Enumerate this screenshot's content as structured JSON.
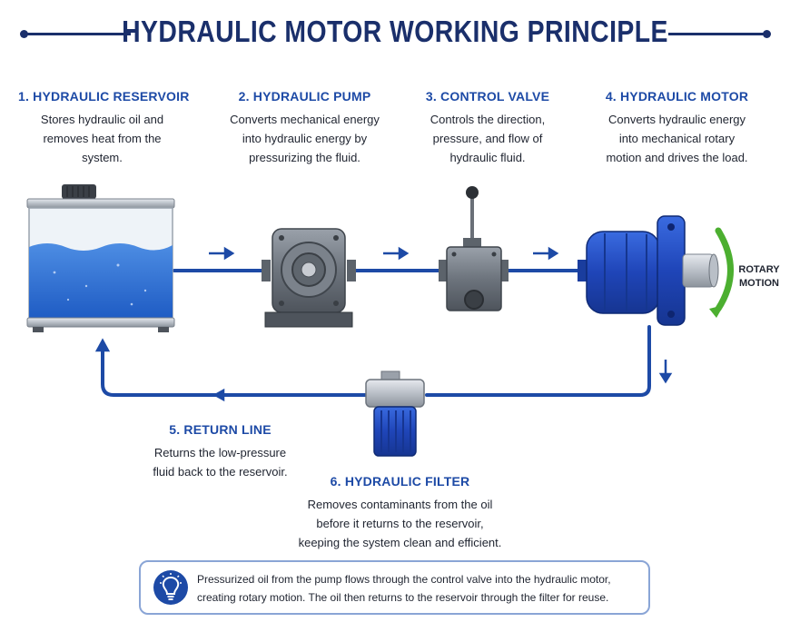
{
  "title": "HYDRAULIC MOTOR WORKING PRINCIPLE",
  "steps": [
    {
      "heading": "1. HYDRAULIC RESERVOIR",
      "lines": [
        "Stores hydraulic oil and",
        "removes heat from the",
        "system."
      ]
    },
    {
      "heading": "2. HYDRAULIC PUMP",
      "lines": [
        "Converts mechanical energy",
        "into hydraulic energy by",
        "pressurizing the fluid."
      ]
    },
    {
      "heading": "3. CONTROL VALVE",
      "lines": [
        "Controls the direction,",
        "pressure, and flow of",
        "hydraulic fluid."
      ]
    },
    {
      "heading": "4. HYDRAULIC MOTOR",
      "lines": [
        "Converts hydraulic energy",
        "into mechanical rotary",
        "motion and drives the load."
      ]
    },
    {
      "heading": "5. RETURN LINE",
      "lines": [
        "Returns the low-pressure",
        "fluid back to the reservoir."
      ]
    },
    {
      "heading": "6. HYDRAULIC FILTER",
      "lines": [
        "Removes contaminants from the oil",
        "before it returns to the reservoir,",
        "keeping the system clean and efficient."
      ]
    }
  ],
  "rotary_label": [
    "ROTARY",
    "MOTION"
  ],
  "summary": [
    "Pressurized oil from the pump flows through the control valve into the hydraulic motor,",
    "creating rotary motion. The oil then returns to the reservoir through the filter for reuse."
  ],
  "colors": {
    "accent": "#1d4aa6",
    "title": "#1a2f6b",
    "pipe": "#1d4aa6",
    "rotation_arrow": "#4caf30",
    "oil": "#2f6fd6",
    "motor": "#1f45b8"
  },
  "icons": [
    "lightbulb-icon",
    "flow-arrow-icon",
    "rotation-arrow-icon"
  ]
}
